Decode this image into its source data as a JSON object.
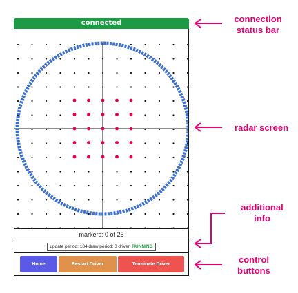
{
  "status_bar": {
    "text": "connected"
  },
  "radar": {
    "circle_color": "#3b6fd1",
    "marker_color": "#e6004f",
    "grid_dot_color": "#111111"
  },
  "info": {
    "markers": "markers: 0 of 25",
    "update_period": "update period: 184 draw period: 0 driver:",
    "driver_status": "RUNNING"
  },
  "buttons": {
    "home": "Home",
    "restart": "Restart Driver",
    "terminate": "Terminate Driver"
  },
  "annotations": {
    "status_bar": [
      "connection",
      "status bar"
    ],
    "radar": "radar screen",
    "info": [
      "additional",
      "info"
    ],
    "controls": [
      "control",
      "buttons"
    ],
    "color": "#e6006f"
  }
}
